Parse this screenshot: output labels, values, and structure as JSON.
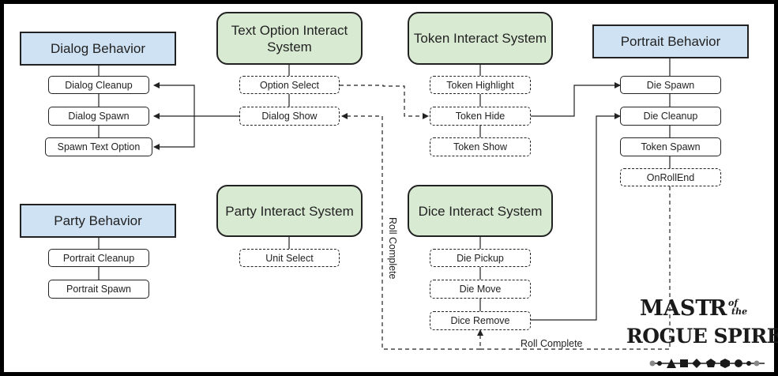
{
  "behaviors": {
    "dialog": {
      "title": "Dialog Behavior",
      "items": [
        "Dialog Cleanup",
        "Dialog Spawn",
        "Spawn Text Option"
      ]
    },
    "party": {
      "title": "Party Behavior",
      "items": [
        "Portrait Cleanup",
        "Portrait Spawn"
      ]
    },
    "portrait": {
      "title": "Portrait Behavior",
      "items": [
        "Die Spawn",
        "Die Cleanup",
        "Token Spawn",
        "OnRollEnd"
      ]
    }
  },
  "systems": {
    "text_option": {
      "title": "Text Option Interact System",
      "events": [
        "Option Select",
        "Dialog Show"
      ]
    },
    "token": {
      "title": "Token Interact System",
      "events": [
        "Token Highlight",
        "Token Hide",
        "Token Show"
      ]
    },
    "party": {
      "title": "Party Interact System",
      "events": [
        "Unit Select"
      ]
    },
    "dice": {
      "title": "Dice Interact System",
      "events": [
        "Die Pickup",
        "Die Move",
        "Dice Remove"
      ]
    }
  },
  "edge_labels": {
    "roll_complete_vertical": "Roll Complete",
    "roll_complete_horizontal": "Roll Complete"
  },
  "logo": {
    "line1_main": "MAST",
    "line1_r": "R",
    "line1_of": "of",
    "line1_the": "the",
    "line2": "ROGUE SPIRE"
  },
  "colors": {
    "behavior_fill": "#cfe2f3",
    "system_fill": "#d9ead3",
    "border": "#222222",
    "frame": "#000000"
  }
}
